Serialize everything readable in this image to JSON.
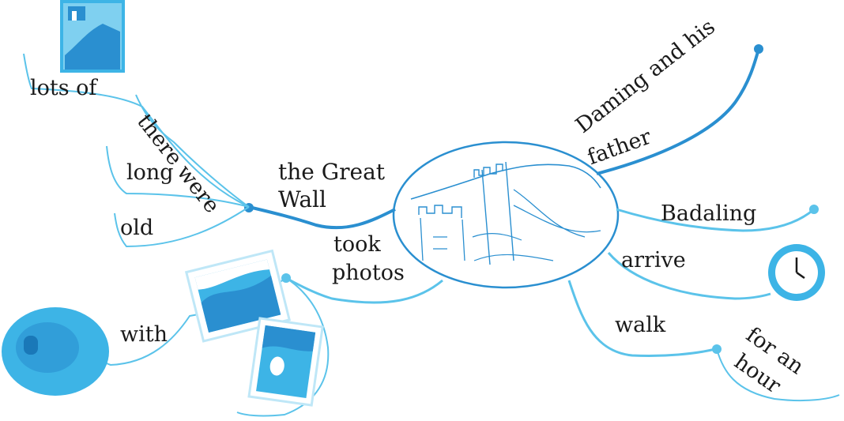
{
  "mind_map": {
    "center_image": "great-wall-line-drawing",
    "colors": {
      "main_branch": "#2a8fd0",
      "sub_branch": "#5bc3ea",
      "picture_fill": "#3db4e6",
      "text": "#1a1a1a"
    },
    "left": {
      "topic": "the Great Wall",
      "topic_line1": "the Great",
      "topic_line2": "Wall",
      "phrase": "there were",
      "quantity": "lots of",
      "adjectives": [
        "long",
        "old"
      ],
      "photo_branch_line1": "took",
      "photo_branch_line2": "photos",
      "with": "with"
    },
    "right": {
      "subject_line1": "Daming and his",
      "subject_line2": "father",
      "place": "Badaling",
      "arrive": "arrive",
      "walk": "walk",
      "duration_line1": "for an",
      "duration_line2": "hour"
    },
    "icons": [
      "great-wall-photo-icon",
      "clock-icon",
      "photo-icon",
      "photo-icon",
      "stone-tower-icon"
    ]
  }
}
